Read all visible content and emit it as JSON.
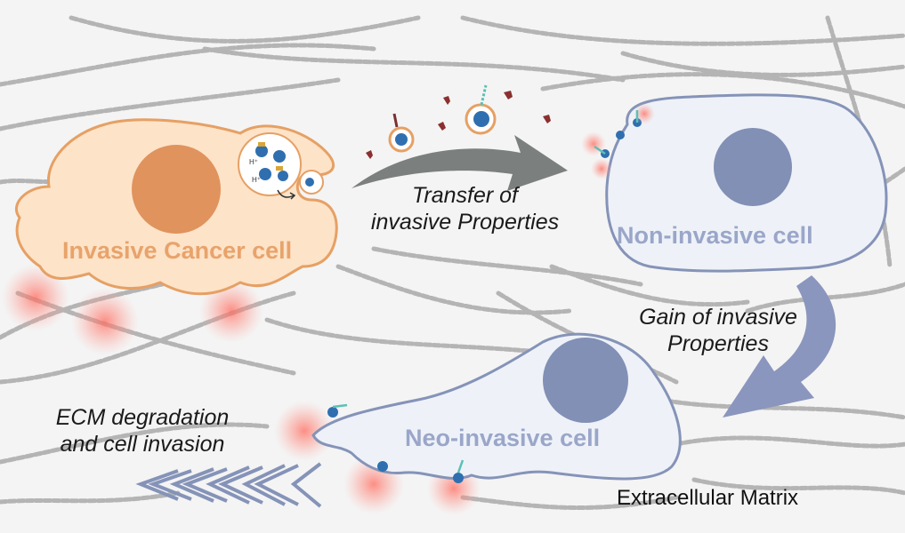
{
  "labels": {
    "invasive_cell": "Invasive Cancer cell",
    "non_invasive_cell": "Non-invasive cell",
    "neo_invasive_cell": "Neo-invasive cell",
    "transfer_line1": "Transfer of",
    "transfer_line2": "invasive Properties",
    "gain_line1": "Gain of invasive",
    "gain_line2": "Properties",
    "ecm_line1": "ECM degradation",
    "ecm_line2": "and cell invasion",
    "matrix": "Extracellular Matrix"
  },
  "colors": {
    "background": "#f4f4f4",
    "fiber": "#a9a9a9",
    "invasive_fill": "#fde3c8",
    "invasive_stroke": "#e6a064",
    "invasive_nucleus": "#e0935d",
    "invasive_text": "#e8a36b",
    "blue_fill": "#eef2f8",
    "blue_stroke": "#8593b8",
    "blue_nucleus": "#8290b6",
    "blue_text": "#9aa6c9",
    "transfer_arrow": "#7b7f7d",
    "gain_arrow": "#8a96bd",
    "degradation_glow": "#ff6b5e"
  },
  "icons": [
    "vesicle-icon",
    "receptor-protein-icon",
    "protease-icon",
    "invasion-chevron-icon"
  ]
}
